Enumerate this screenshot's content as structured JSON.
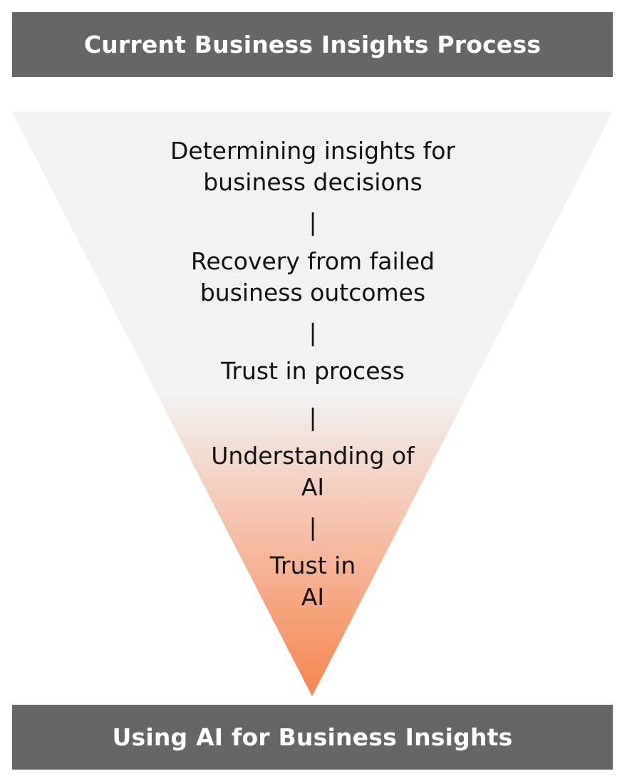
{
  "header": {
    "title": "Current Business Insights Process"
  },
  "footer": {
    "title": "Using AI for Business Insights"
  },
  "stages": [
    {
      "label": "Determining insights for\nbusiness decisions"
    },
    {
      "label": "Recovery from failed\nbusiness outcomes"
    },
    {
      "label": "Trust in process"
    },
    {
      "label": "Understanding of\nAI"
    },
    {
      "label": "Trust in\nAI"
    }
  ],
  "separator": "|",
  "colors": {
    "banner": "#666666",
    "funnel_light": "#f2f2f2",
    "funnel_accent": "#f7854f",
    "text": "#111111",
    "banner_text": "#ffffff"
  }
}
